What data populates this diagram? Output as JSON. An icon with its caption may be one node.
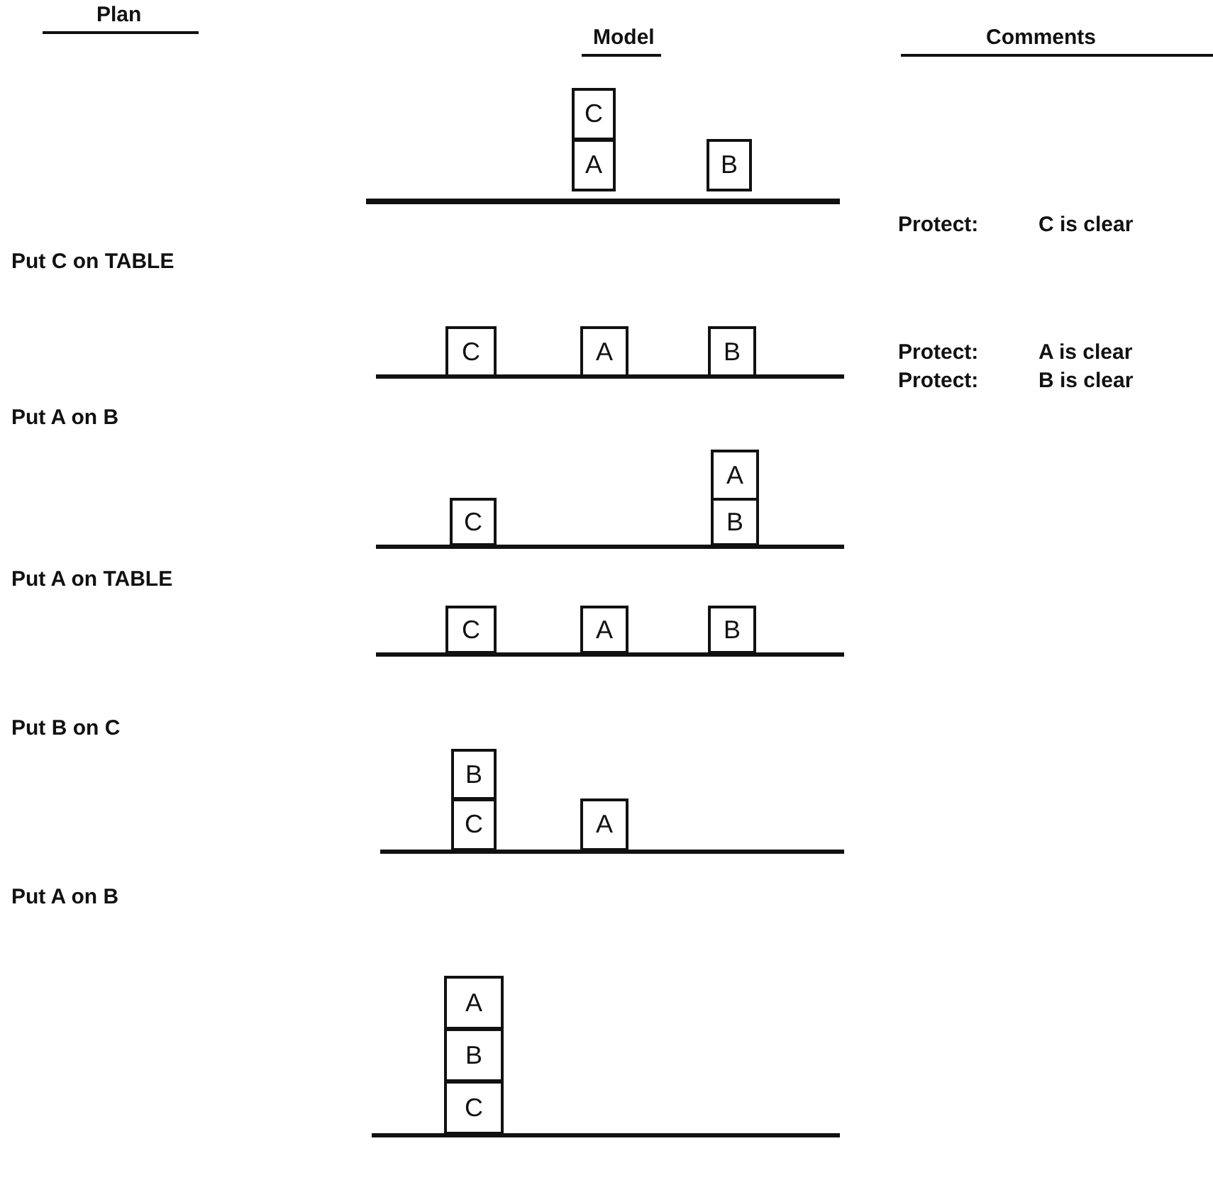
{
  "diagram": {
    "nodes": [
      {
        "text": [
          "C"
        ]
      },
      {
        "text": [
          "A"
        ]
      },
      {
        "text": [
          "B"
        ]
      },
      {
        "text": [
          "C"
        ]
      },
      {
        "text": [
          "A"
        ]
      },
      {
        "text": [
          "B"
        ]
      },
      {
        "text": [
          "A"
        ]
      },
      {
        "text": [
          "C"
        ]
      },
      {
        "text": [
          "B"
        ]
      },
      {
        "text": [
          "C"
        ]
      },
      {
        "text": [
          "A"
        ]
      },
      {
        "text": [
          "B"
        ]
      },
      {
        "text": [
          "B"
        ]
      },
      {
        "text": [
          "C"
        ]
      },
      {
        "text": [
          "A"
        ]
      },
      {
        "text": [
          "A"
        ]
      },
      {
        "text": [
          "B"
        ]
      },
      {
        "text": [
          "C"
        ]
      }
    ],
    "edges": [],
    "labels": [
      "Plan",
      "Model",
      "Comments",
      "Protect:",
      "C is clear",
      "Put C on TABLE",
      "Protect:",
      "A is clear",
      "Protect:",
      "B is clear",
      "Put A on B",
      "Put A on TABLE",
      "Put B on C",
      "Put A on B"
    ]
  }
}
